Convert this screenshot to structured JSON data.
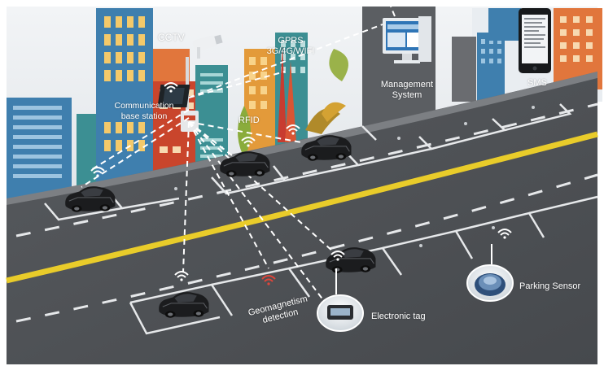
{
  "labels": {
    "cctv": "CCTV",
    "gprs_line1": "GPRS",
    "gprs_line2": "3G/4G/WIFI",
    "base_line1": "Communication",
    "base_line2": "base station",
    "rfid": "RFID",
    "mgmt_line1": "Management",
    "mgmt_line2": "System",
    "sms": "SMS",
    "geo_line1": "Geomagnetism",
    "geo_line2": "detection",
    "tag": "Electronic tag",
    "sensor": "Parking Sensor"
  },
  "icons": [
    "cctv-camera-icon",
    "base-station-icon",
    "management-computer-icon",
    "sms-phone-icon",
    "wifi-signal-icon",
    "electronic-tag-icon",
    "parking-sensor-icon",
    "car-icon"
  ],
  "colors": {
    "sky": "#e9edf1",
    "road": "#4f5256",
    "sidewalk": "#6a6c70",
    "center_line": "#e9cc2a",
    "wall": "#5b5e62",
    "building_blue": "#3f7fae",
    "building_orange": "#e1763c",
    "building_teal": "#3c8f93",
    "building_red": "#c9452c",
    "tree_green": "#8aac3c",
    "tree_red": "#c83c30"
  }
}
